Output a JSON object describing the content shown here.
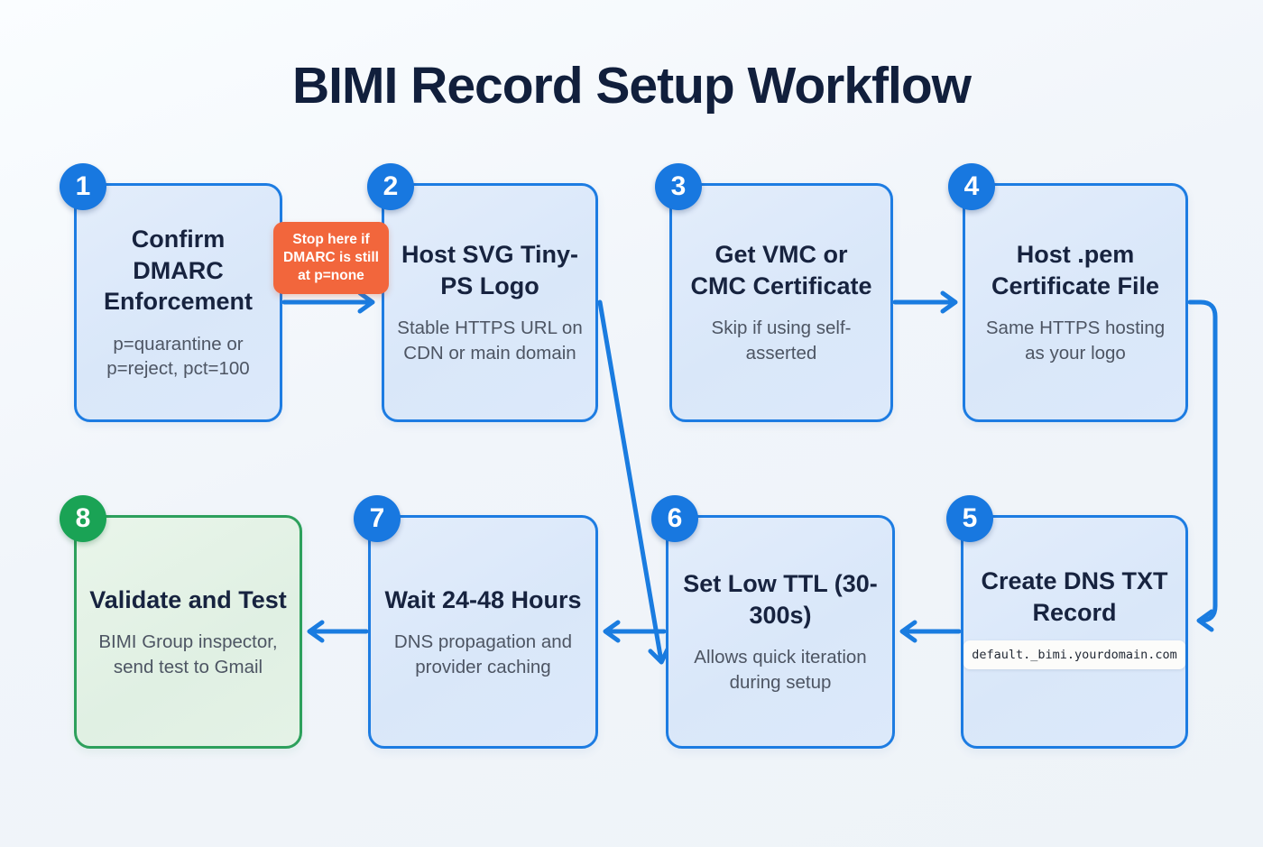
{
  "title": "BIMI Record Setup Workflow",
  "annotation": {
    "text": "Stop here if DMARC is still at p=none",
    "color": "#F2663C"
  },
  "steps": [
    {
      "number": "1",
      "title": "Confirm DMARC Enforcement",
      "subtitle": "p=quarantine or p=reject, pct=100",
      "variant": "blue"
    },
    {
      "number": "2",
      "title": "Host SVG Tiny-PS Logo",
      "subtitle": "Stable HTTPS URL on CDN or main domain",
      "variant": "blue"
    },
    {
      "number": "3",
      "title": "Get VMC or CMC Certificate",
      "subtitle": "Skip if using self-asserted",
      "variant": "blue"
    },
    {
      "number": "4",
      "title": "Host .pem Certificate File",
      "subtitle": "Same HTTPS hosting as your logo",
      "variant": "blue"
    },
    {
      "number": "5",
      "title": "Create DNS TXT Record",
      "code": "default._bimi.yourdomain.com",
      "variant": "blue"
    },
    {
      "number": "6",
      "title": "Set Low TTL (30-300s)",
      "subtitle": "Allows quick iteration during setup",
      "variant": "blue"
    },
    {
      "number": "7",
      "title": "Wait 24-48 Hours",
      "subtitle": "DNS propagation and provider caching",
      "variant": "blue"
    },
    {
      "number": "8",
      "title": "Validate and Test",
      "subtitle": "BIMI Group inspector, send test to Gmail",
      "variant": "green"
    }
  ],
  "colors": {
    "box_border_blue": "#1D7CE2",
    "box_fill_blue": "#DCE8F9",
    "box_border_green": "#2DA05C",
    "box_fill_green": "#E4F2E6",
    "circle_blue": "#1878E0",
    "circle_green": "#1AA355",
    "arrow": "#1A7CE0",
    "title_text": "#111F3C",
    "subtitle_text": "#4D5563",
    "annotation_bg": "#F2663C",
    "background": "#F1F5FA"
  }
}
